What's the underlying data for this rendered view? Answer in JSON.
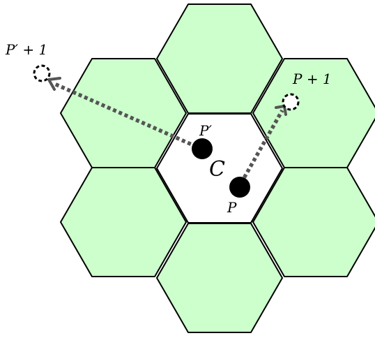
{
  "colors": {
    "neighbor_fill": "#ccffcc",
    "center_fill": "#ffffff",
    "outline": "#000000",
    "arrow": "#555555"
  },
  "cells": [
    {
      "role": "center",
      "label": "C"
    },
    {
      "role": "neighbor",
      "position": "top"
    },
    {
      "role": "neighbor",
      "position": "upper-right"
    },
    {
      "role": "neighbor",
      "position": "lower-right"
    },
    {
      "role": "neighbor",
      "position": "bottom"
    },
    {
      "role": "neighbor",
      "position": "lower-left"
    },
    {
      "role": "neighbor",
      "position": "upper-left"
    }
  ],
  "particles": {
    "p": {
      "label": "P"
    },
    "p_prime": {
      "label": "P′"
    },
    "p_next": {
      "label": "P + 1"
    },
    "p_prime_next": {
      "label": "P′ + 1"
    }
  }
}
